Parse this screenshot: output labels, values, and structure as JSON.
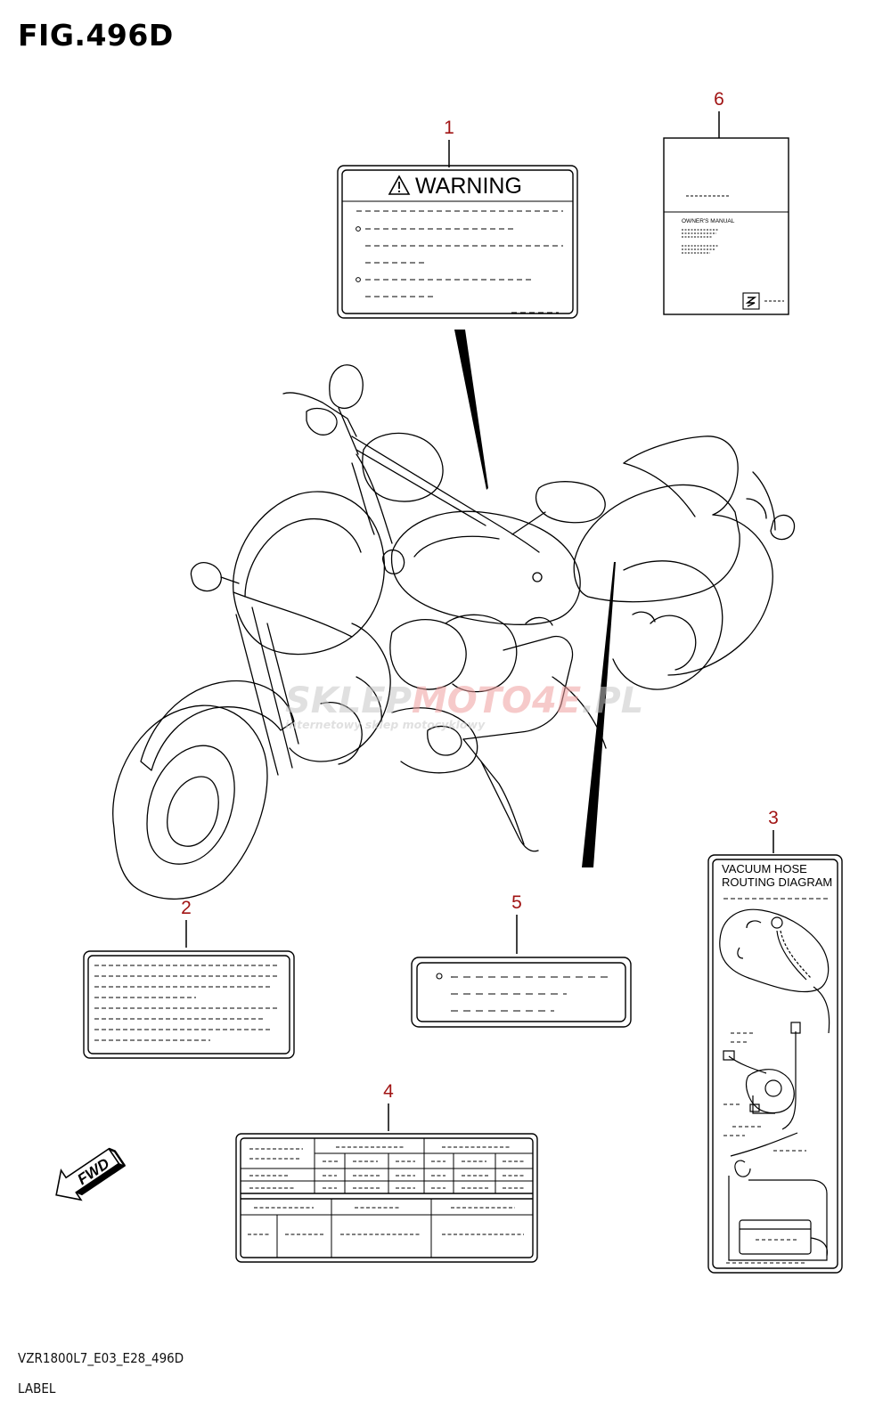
{
  "header": {
    "figure_title": "FIG.496D"
  },
  "footer": {
    "model_code": "VZR1800L7_E03_E28_496D",
    "section_name": "LABEL"
  },
  "callouts": [
    "1",
    "2",
    "3",
    "4",
    "5",
    "6"
  ],
  "labels": {
    "warning_title": "WARNING",
    "manual_title": "OWNER'S MANUAL",
    "vacuum_title_line1": "VACUUM HOSE",
    "vacuum_title_line2": "ROUTING DIAGRAM"
  },
  "fwd_arrow": {
    "text": "FWD"
  },
  "watermark": {
    "brand_a": "SKLEP",
    "brand_b": "MOTO",
    "brand_c": "4E",
    "brand_d": ".PL",
    "tagline": "internetowy sklep motocyklowy"
  },
  "colors": {
    "callout": "#a11414",
    "watermark_gray": "#c8c8c8",
    "watermark_red": "#f0a0a0",
    "line": "#000000"
  }
}
